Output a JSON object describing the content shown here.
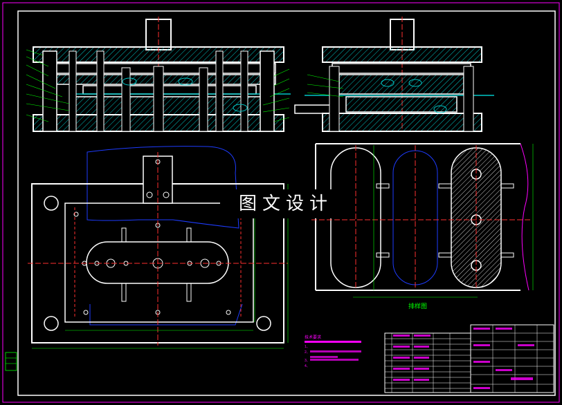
{
  "watermark": "图文设计",
  "layout_title": "排样图",
  "notes_heading": "技术要求",
  "notes": [
    "1、",
    "2、",
    "3、",
    "4、"
  ],
  "colors": {
    "background": "#000000",
    "outline": "#ffffff",
    "dimension": "#00ff00",
    "centerline": "#ff3030",
    "hatch": "#00c8c8",
    "frame_border": "#ff00ff",
    "title_text": "#ff00ff",
    "blank_outline": "#1e3cff"
  }
}
